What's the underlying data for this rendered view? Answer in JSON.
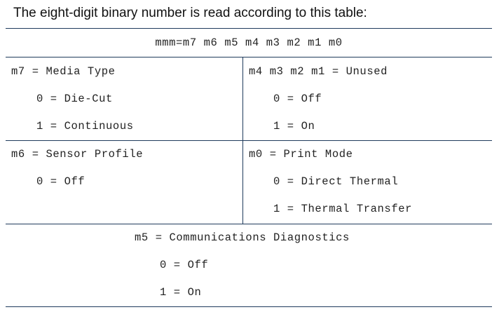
{
  "intro": "The eight-digit binary number is read according to this table:",
  "header": "mmm=m7 m6 m5 m4 m3 m2 m1 m0",
  "cells": {
    "m7": {
      "title": "m7 = Media Type",
      "options": [
        "0 = Die-Cut",
        "1 = Continuous"
      ]
    },
    "m4m1": {
      "title": "m4 m3 m2 m1 = Unused",
      "options": [
        "0 = Off",
        "1 = On"
      ]
    },
    "m6": {
      "title": "m6 = Sensor Profile",
      "options": [
        "0 = Off"
      ]
    },
    "m0": {
      "title": "m0 = Print Mode",
      "options": [
        "0 = Direct Thermal",
        "1 = Thermal Transfer"
      ]
    },
    "m5": {
      "title": "m5 = Communications Diagnostics",
      "options": [
        "0 = Off",
        "1 = On"
      ]
    }
  }
}
